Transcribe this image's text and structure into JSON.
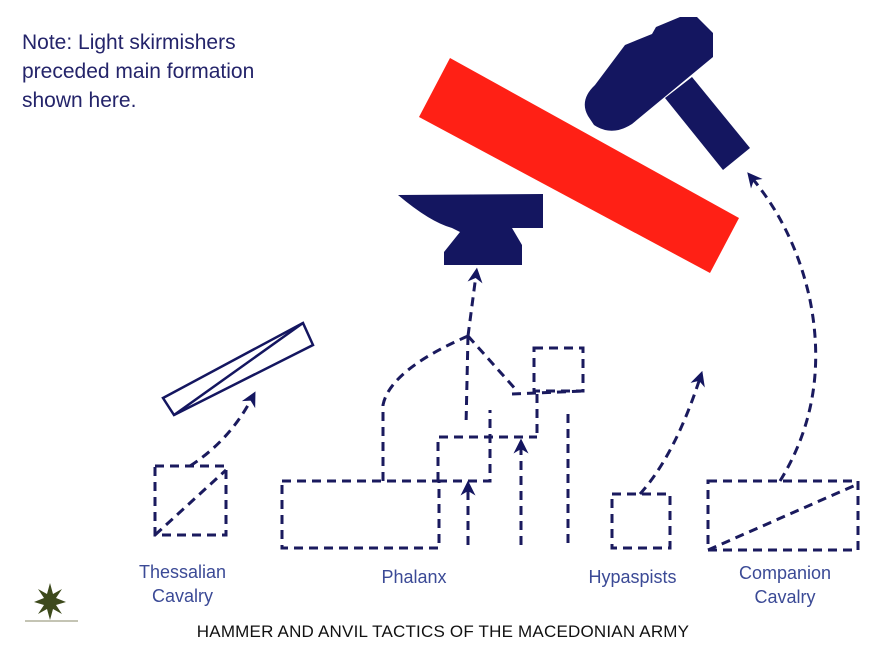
{
  "note": {
    "line1": "Note: Light skirmishers",
    "line2": "preceded main formation",
    "line3": "shown here."
  },
  "labels": {
    "thessalian": {
      "line1": "Thessalian",
      "line2": "Cavalry"
    },
    "phalanx": "Phalanx",
    "hypaspists": "Hypaspists",
    "companion": {
      "line1": "Companion",
      "line2": "Cavalry"
    }
  },
  "title": "HAMMER AND ANVIL TACTICS OF THE MACEDONIAN ARMY",
  "colors": {
    "navy": "#141660",
    "red": "#ff2015",
    "label": "#3b4a96"
  }
}
